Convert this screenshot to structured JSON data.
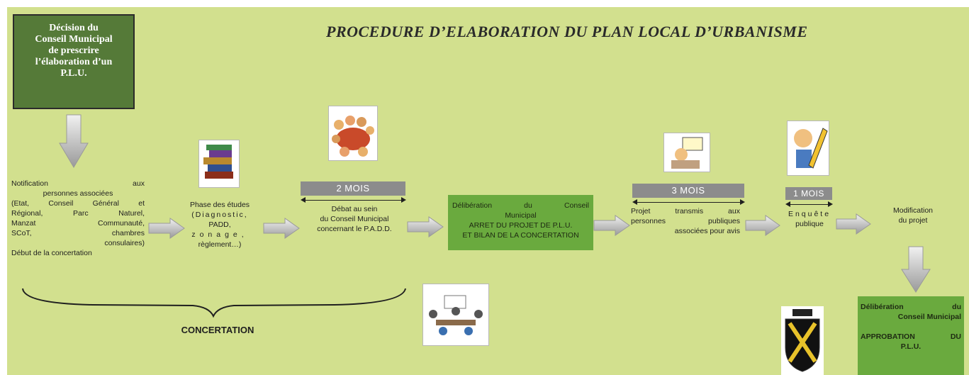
{
  "title": "PROCEDURE D’ELABORATION DU PLAN LOCAL D’URBANISME",
  "decision_box": [
    "Décision du",
    "Conseil Municipal",
    "de prescrire",
    "l’élaboration d’un",
    "P.L.U."
  ],
  "notification": [
    "Notification aux",
    "personnes associées",
    "(Etat, Conseil Général et",
    "Régional, Parc Naturel,",
    "Manzat Communauté,",
    "SCoT, chambres",
    "consulaires)",
    "Début de la concertation"
  ],
  "phase_etudes": [
    "Phase des études",
    "(Diagnostic,",
    "PADD,",
    "zonage,",
    "règlement…)"
  ],
  "delay_1": "2 MOIS",
  "debat": [
    "Débat au sein",
    "du Conseil Municipal",
    "concernant le P.A.D.D."
  ],
  "deliberation_arret": [
    "Délibération du Conseil",
    "Municipal",
    "ARRET DU PROJET DE P.L.U.",
    "ET BILAN DE LA CONCERTATION"
  ],
  "delay_2": "3 MOIS",
  "projet_transmis": [
    "Projet transmis aux",
    "personnes publiques",
    "associées pour avis"
  ],
  "delay_3": "1 MOIS",
  "enquete": [
    "Enquête",
    "publique"
  ],
  "modification": [
    "Modification",
    "du projet"
  ],
  "deliberation_approbation": [
    "Délibération du",
    "Conseil Municipal",
    "",
    "APPROBATION DU",
    "P.L.U."
  ],
  "concertation": "CONCERTATION",
  "colors": {
    "background": "#d2e08e",
    "dark_green": "#557a38",
    "bright_green": "#6aaa3e",
    "gray": "#8c8c8c"
  }
}
